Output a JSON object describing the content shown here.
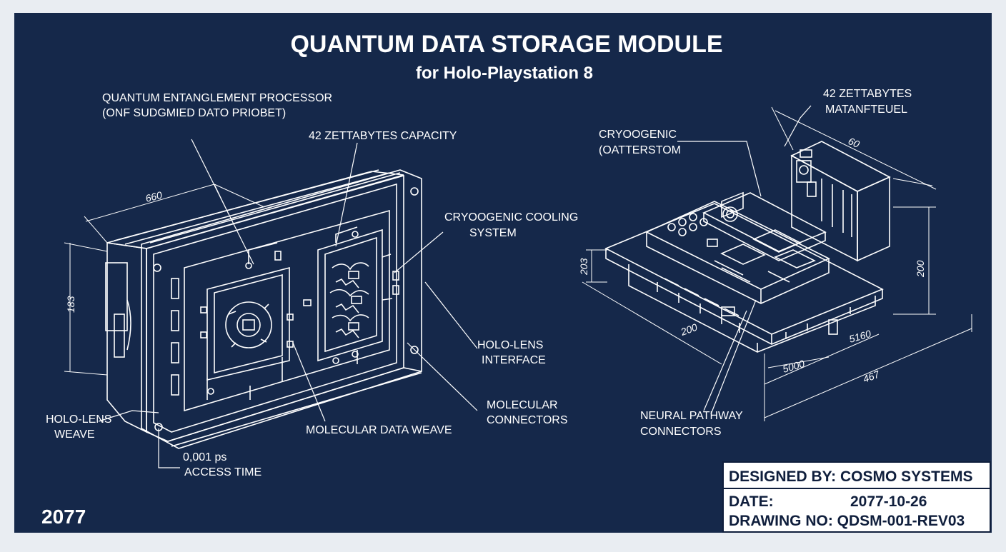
{
  "title": "QUANTUM DATA STORAGE MODULE",
  "subtitle": "for Holo-Playstation 8",
  "year": "2077",
  "labels": {
    "processor_line1": "QUANTUM ENTANGLEMENT PROCESSOR",
    "processor_line2": "(ONF SUDGMIED DATO PRIOBET)",
    "capacity_front": "42 ZETTABYTES CAPACITY",
    "cooling_line1": "CRYOOGENIC COOLING",
    "cooling_line2": "SYSTEM",
    "holo_interface_line1": "HOLO-LENS",
    "holo_interface_line2": "INTERFACE",
    "molecular_conn_line1": "MOLECULAR",
    "molecular_conn_line2": "CONNECTORS",
    "molecular_weave": "MOLECULAR DATA WEAVE",
    "holo_weave_line1": "HOLO-LENS",
    "holo_weave_line2": "WEAVE",
    "access_line1": "0,001 ps",
    "access_line2": "ACCESS TIME",
    "capacity_iso_line1": "42 ZETTABYTES",
    "capacity_iso_line2": "MATANFTEUEL",
    "cryo_iso_line1": "CRYOOGENIC",
    "cryo_iso_line2": "(OATTERSTOM",
    "neural_line1": "NEURAL PATHWAY",
    "neural_line2": "CONNECTORS"
  },
  "dimensions": {
    "front_width": "660",
    "front_height": "183",
    "iso_top": "60",
    "iso_left": "203",
    "iso_right": "200",
    "iso_bottom_a": "200",
    "iso_bottom_b": "5000",
    "iso_bottom_c": "5160",
    "iso_bottom_d": "467"
  },
  "title_block": {
    "designed_by": "DESIGNED BY: COSMO SYSTEMS",
    "date_label": "DATE:",
    "date_value": "2077-10-26",
    "drawing_no": "DRAWING NO: QDSM-001-REV03"
  },
  "colors": {
    "background": "#15284a",
    "line": "#ffffff",
    "frame": "#ffffff",
    "titleblock_bg": "#ffffff",
    "titleblock_text": "#0f1e3c"
  }
}
